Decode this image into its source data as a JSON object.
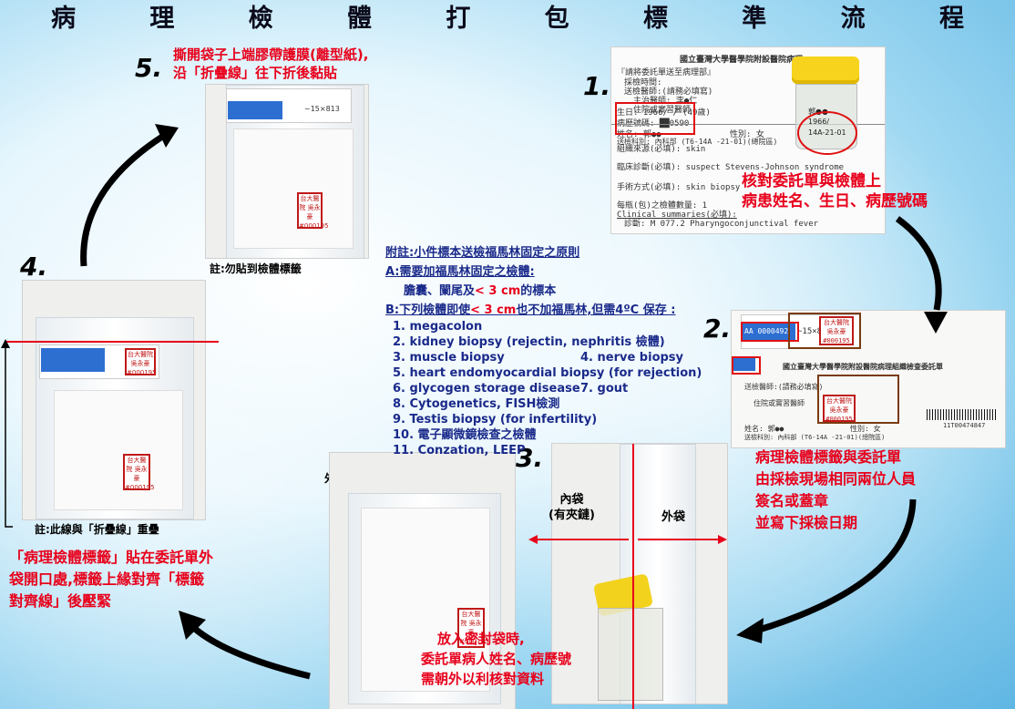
{
  "title_chars": [
    "病",
    "理",
    "檢",
    "體",
    "打",
    "包",
    "標",
    "準",
    "流",
    "程"
  ],
  "steps": {
    "s1": "1.",
    "s2": "2.",
    "s3": "3.",
    "s4": "4.",
    "s5": "5."
  },
  "step1_text": [
    "核對委託單與檢體上",
    "病患姓名、生日、病歷號碼"
  ],
  "step2_text": [
    "病理檢體標籤與委託單",
    "由採檢現場相同兩位人員",
    "簽名或蓋章",
    "並寫下採檢日期"
  ],
  "step3": {
    "inner_bag": "內袋",
    "inner_bag_sub": "(有夾鏈)",
    "outer_bag": "外袋",
    "outer_label": "外袋:",
    "text": [
      "放入密封袋時,",
      "委託單病人姓名、病歷號",
      "需朝外以利核對資料"
    ]
  },
  "step4": {
    "note": "註:此線與「折疊線」重疊",
    "text": [
      "「病理檢體標籤」貼在委託單外",
      "袋開口處,標籤上緣對齊「標籤",
      "對齊線」後壓緊"
    ]
  },
  "step5": {
    "text": [
      "撕開袋子上端膠帶護膜(離型紙),",
      "沿「折疊線」往下折後黏貼"
    ],
    "note": "註:勿貼到檢體標籤"
  },
  "annotation": {
    "heading": "附註:小件標本送檢福馬林固定之原則",
    "a_line": "A:需要加福馬林固定之檢體:",
    "a_sub_prefix": "膽囊、闌尾及",
    "a_sub_red": "< 3 cm",
    "a_sub_suffix": "的標本",
    "b_prefix": "B:下列檢體即使",
    "b_red": "< 3 cm",
    "b_suffix": "也不加福馬林,但需4ºC 保存 :",
    "items": [
      "1. megacolon",
      "2. kidney biopsy (rejectin, nephritis 檢體)",
      "3. muscle biopsy",
      "4. nerve biopsy",
      "5. heart endomyocardial biopsy (for rejection)",
      "6. glycogen storage disease",
      "7. gout",
      "8. Cytogenetics, FISH檢測",
      "9. Testis biopsy (for infertility)",
      "10. 電子顯微鏡檢查之檢體",
      "11. Conzation, LEEP"
    ]
  },
  "form": {
    "hospital": "國立臺灣大學醫學院附設醫院病理組織檢查委託單",
    "hospital_short": "國立臺灣大學醫學院附設醫院病理",
    "l1": "『請將委託單送至病理部』",
    "l2": "採檢時間:",
    "l3": "送檢醫師:(請務必填寫)",
    "l4": "主治醫師:  李●仁",
    "l5": "住院或實習醫師",
    "l6": "生日: 1966/  /  (49歲)",
    "l7": "病歷號碼: ██0590",
    "l8": "姓名: 郭●●",
    "l9": "性別: 女",
    "l10": "送檢科別: 內科部    (T6-14A -21-01)(總院區)",
    "l11": "組織來源(必填): skin",
    "l12": "臨床診斷(必填): suspect Stevens-Johnson syndrome",
    "l13": "手術方式(必填): skin biopsy",
    "l14": "每瓶(包)之檢體數量: 1",
    "l15": "Clinical summaries(必填):",
    "l16": "診斷: M  077.2 Pharyngoconjunctival fever",
    "jar1": "郭●●",
    "jar2": "1966/",
    "jar3": "14A-21-01",
    "stamp": "台大醫院 吳永豪 #000195",
    "label_code": "AA 0000492",
    "date": "~15×813",
    "barcode_no": "11T00474847"
  }
}
